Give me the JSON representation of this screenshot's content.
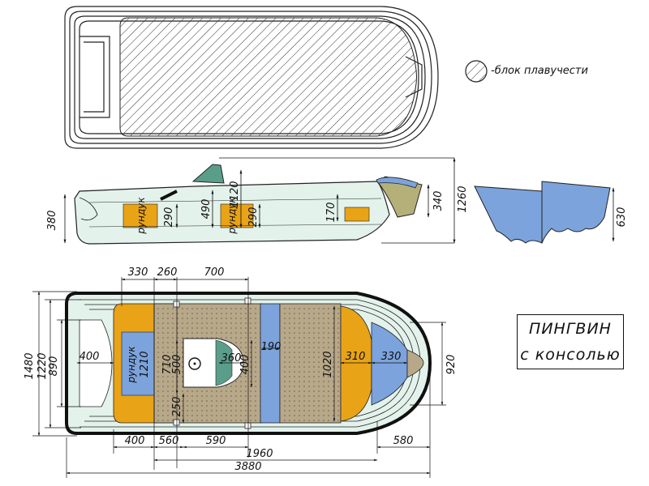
{
  "legend": {
    "label": "-блок плавучести"
  },
  "title": {
    "line1": "ПИНГВИН",
    "line2": "с консолью"
  },
  "side_view": {
    "dims": [
      "380",
      "290",
      "490",
      "1120",
      "290",
      "170",
      "340",
      "1260"
    ],
    "labels": [
      "рундук",
      "рундук"
    ]
  },
  "section_view": {
    "height": "630"
  },
  "plan_view": {
    "top_dims": [
      "330",
      "260",
      "700"
    ],
    "left_dims": [
      "1480",
      "1220",
      "890"
    ],
    "inner_dims": [
      "400",
      "1210",
      "710",
      "500",
      "250",
      "360",
      "400",
      "190",
      "1020",
      "310",
      "330"
    ],
    "inner_label": "рундук",
    "right_dims": [
      "920"
    ],
    "bottom_dims": [
      "400",
      "560",
      "590",
      "580",
      "1960",
      "3880"
    ]
  },
  "colors": {
    "orange": "#E8A317",
    "blue": "#7CA3DC",
    "deck": "#B8A88A",
    "hull_fill": "#E4F2EC",
    "olive": "#B5B07A",
    "console": "#5A9E8A"
  }
}
